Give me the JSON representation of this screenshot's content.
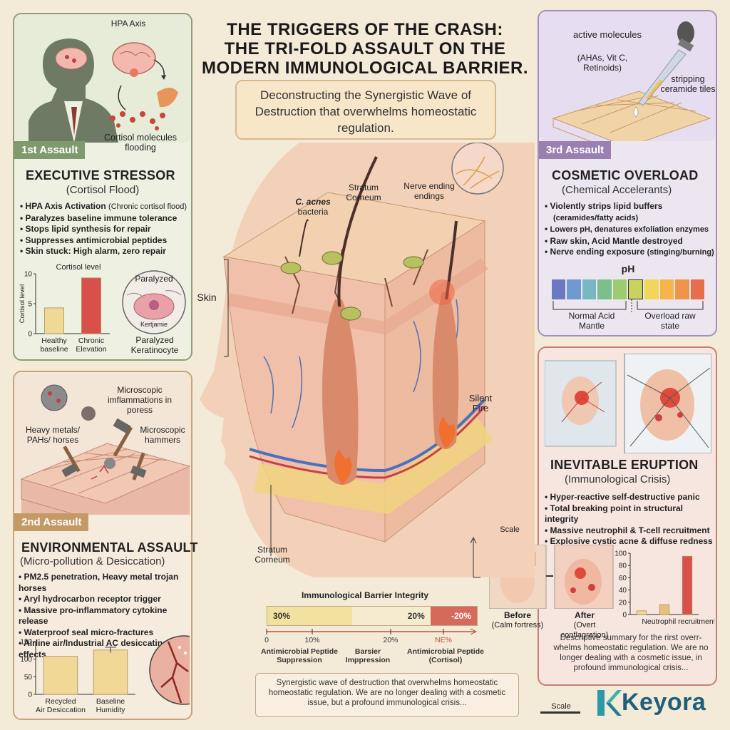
{
  "title": [
    "THE TRIGGERS OF THE CRASH:",
    "THE TRI-FOLD ASSAULT ON THE",
    "MODERN IMMUNOLOGICAL BARRIER."
  ],
  "subtitle": "Deconstructing the Synergistic Wave of Destruction that overwhelms homeostatic regulation.",
  "assault1": {
    "tag": "1st Assault",
    "hpa_label": "HPA Axis",
    "cortisol_caption": "Cortisol molecules flooding",
    "heading": "EXECUTIVE STRESSOR",
    "subheading": "(Cortisol Flood)",
    "bullets": [
      {
        "main": "HPA Axis Activation",
        "note": "(Chronic cortisol flood)"
      },
      {
        "main": "Paralyzes baseline immune tolerance",
        "note": ""
      },
      {
        "main": "Stops lipid synthesis for repair",
        "note": ""
      },
      {
        "main": "Suppresses antimicrobial peptides",
        "note": ""
      },
      {
        "main": "Skin stuck: High alarm, zero repair",
        "note": ""
      }
    ],
    "cell_label": "Paralyzed",
    "cell_inner": "Kertjamie",
    "cell_caption": "Paralyzed Keratinocyte"
  },
  "assault2": {
    "tag": "2nd Assault",
    "img_labels": {
      "micro": "Microscopic imflammations in poress",
      "metals": "Heavy metals/ PAHs/ horses",
      "hammers": "Microscopic hammers"
    },
    "heading": "ENVIRONMENTAL ASSAULT",
    "subheading": "(Micro-pollution & Desiccation)",
    "bullets": [
      "PM2.5 penetration, Heavy metal trojan horses",
      "Aryl hydrocarbon receptor trigger",
      "Massive pro-inflammatory cytokine release",
      "Waterproof seal micro-fractures",
      "Airline air/Industrial AC desiccating effects"
    ]
  },
  "assault3": {
    "tag": "3rd Assault",
    "active_label": "active molecules",
    "active_note": "(AHAs, Vit C, Retinoids)",
    "strip_label": "stripping ceramide tiles",
    "heading": "COSMETIC OVERLOAD",
    "subheading": "(Chemical Accelerants)",
    "bullets": [
      {
        "main": "Violently strips lipid buffers",
        "note": "(ceramides/fatty acids)"
      },
      {
        "main": "Lowers pH, denatures exfoliation enzymes",
        "note": ""
      },
      {
        "main": "Raw skin, Acid Mantle destroyed",
        "note": ""
      },
      {
        "main": "Nerve ending exposure",
        "note": "(stinging/burning)"
      }
    ],
    "ph_title": "pH",
    "ph_colors": [
      "#6b78c2",
      "#6f9ad0",
      "#79b7c4",
      "#7cbf8a",
      "#9ccc6e",
      "#c8d35e",
      "#f2d65a",
      "#f5b54a",
      "#f0944a",
      "#e66e4c"
    ],
    "ph_marker_index": 5,
    "ph_left_label": "Normal Acid Mantle",
    "ph_right_label": "Overload raw state"
  },
  "eruption": {
    "heading": "INEVITABLE ERUPTION",
    "subheading": "(Immunological Crisis)",
    "bullets": [
      "Hyper-reactive self-destructive panic",
      "Total breaking point in structural integrity",
      "Massive neutrophil & T-cell recruitment",
      "Explosive cystic acne & diffuse redness"
    ],
    "before_label": "Before",
    "before_note": "(Calm fortress)",
    "after_label": "After",
    "after_note": "(Overt conflagration)",
    "summary": "Descriptive summary for the rirst overr-whelms homeostatic regulation. We are no longer dealing with a cosmetic issue, in profound immunological crisis..."
  },
  "center": {
    "stratum_top": "Stratum Corneum",
    "bacteria": "C. acnes",
    "bacteria_note": "bacteria",
    "nerve": "Nerve ending endings",
    "skin": "Skin",
    "silent_fire": "Silent Fire",
    "stratum_bottom": "Stratum Corneum",
    "scale": "Scale",
    "summary": "Synergistic wave of destruction that overwhelms homeostatic homeostatic regulation. We are no longer dealing with a cosmetic issue, but a profound immunological crisis...",
    "scale_bottom": "Scale"
  },
  "brand": {
    "name": "Keyora"
  },
  "chart_data": [
    {
      "type": "bar",
      "title": "Cortisol level",
      "categories": [
        "Healthy baseline",
        "Chronic Elevation"
      ],
      "values": [
        4.3,
        9.3
      ],
      "ylabel": "Cortisol level",
      "ylim": [
        0,
        10
      ],
      "yticks": [
        0,
        5,
        10
      ],
      "colors": [
        "#f0d896",
        "#d9504a"
      ]
    },
    {
      "type": "bar",
      "title": "",
      "categories": [
        "Recycled Air Desiccation",
        "Baseline Humidity"
      ],
      "values": [
        108,
        126
      ],
      "error": [
        0,
        8
      ],
      "ylim": [
        0,
        150
      ],
      "yticks": [
        0,
        50,
        100,
        150
      ],
      "colors": [
        "#f0d896",
        "#f0d896"
      ]
    },
    {
      "type": "bar",
      "title": "",
      "categories": [
        "",
        "",
        "Neutrophil recruitment"
      ],
      "values": [
        6,
        16,
        95
      ],
      "ylim": [
        0,
        100
      ],
      "yticks": [
        0,
        20,
        40,
        60,
        80,
        100
      ],
      "colors": [
        "#f0d896",
        "#e8c07a",
        "#d9504a"
      ]
    },
    {
      "type": "bar",
      "title": "Immunological Barrier Integrity",
      "segments": [
        {
          "label": "30%",
          "color": "#f2e2a0"
        },
        {
          "label": "20%",
          "color": "#f5ecd0"
        },
        {
          "label": "-20%",
          "color": "#d66a5a"
        }
      ],
      "axis_ticks": [
        "0",
        "10%",
        "20%",
        "NE%"
      ],
      "axis_labels": [
        "Antimicrobial Peptide Suppression",
        "Barsier Imppression",
        "Antimicrobial Peptide (Cortisol)"
      ]
    }
  ]
}
